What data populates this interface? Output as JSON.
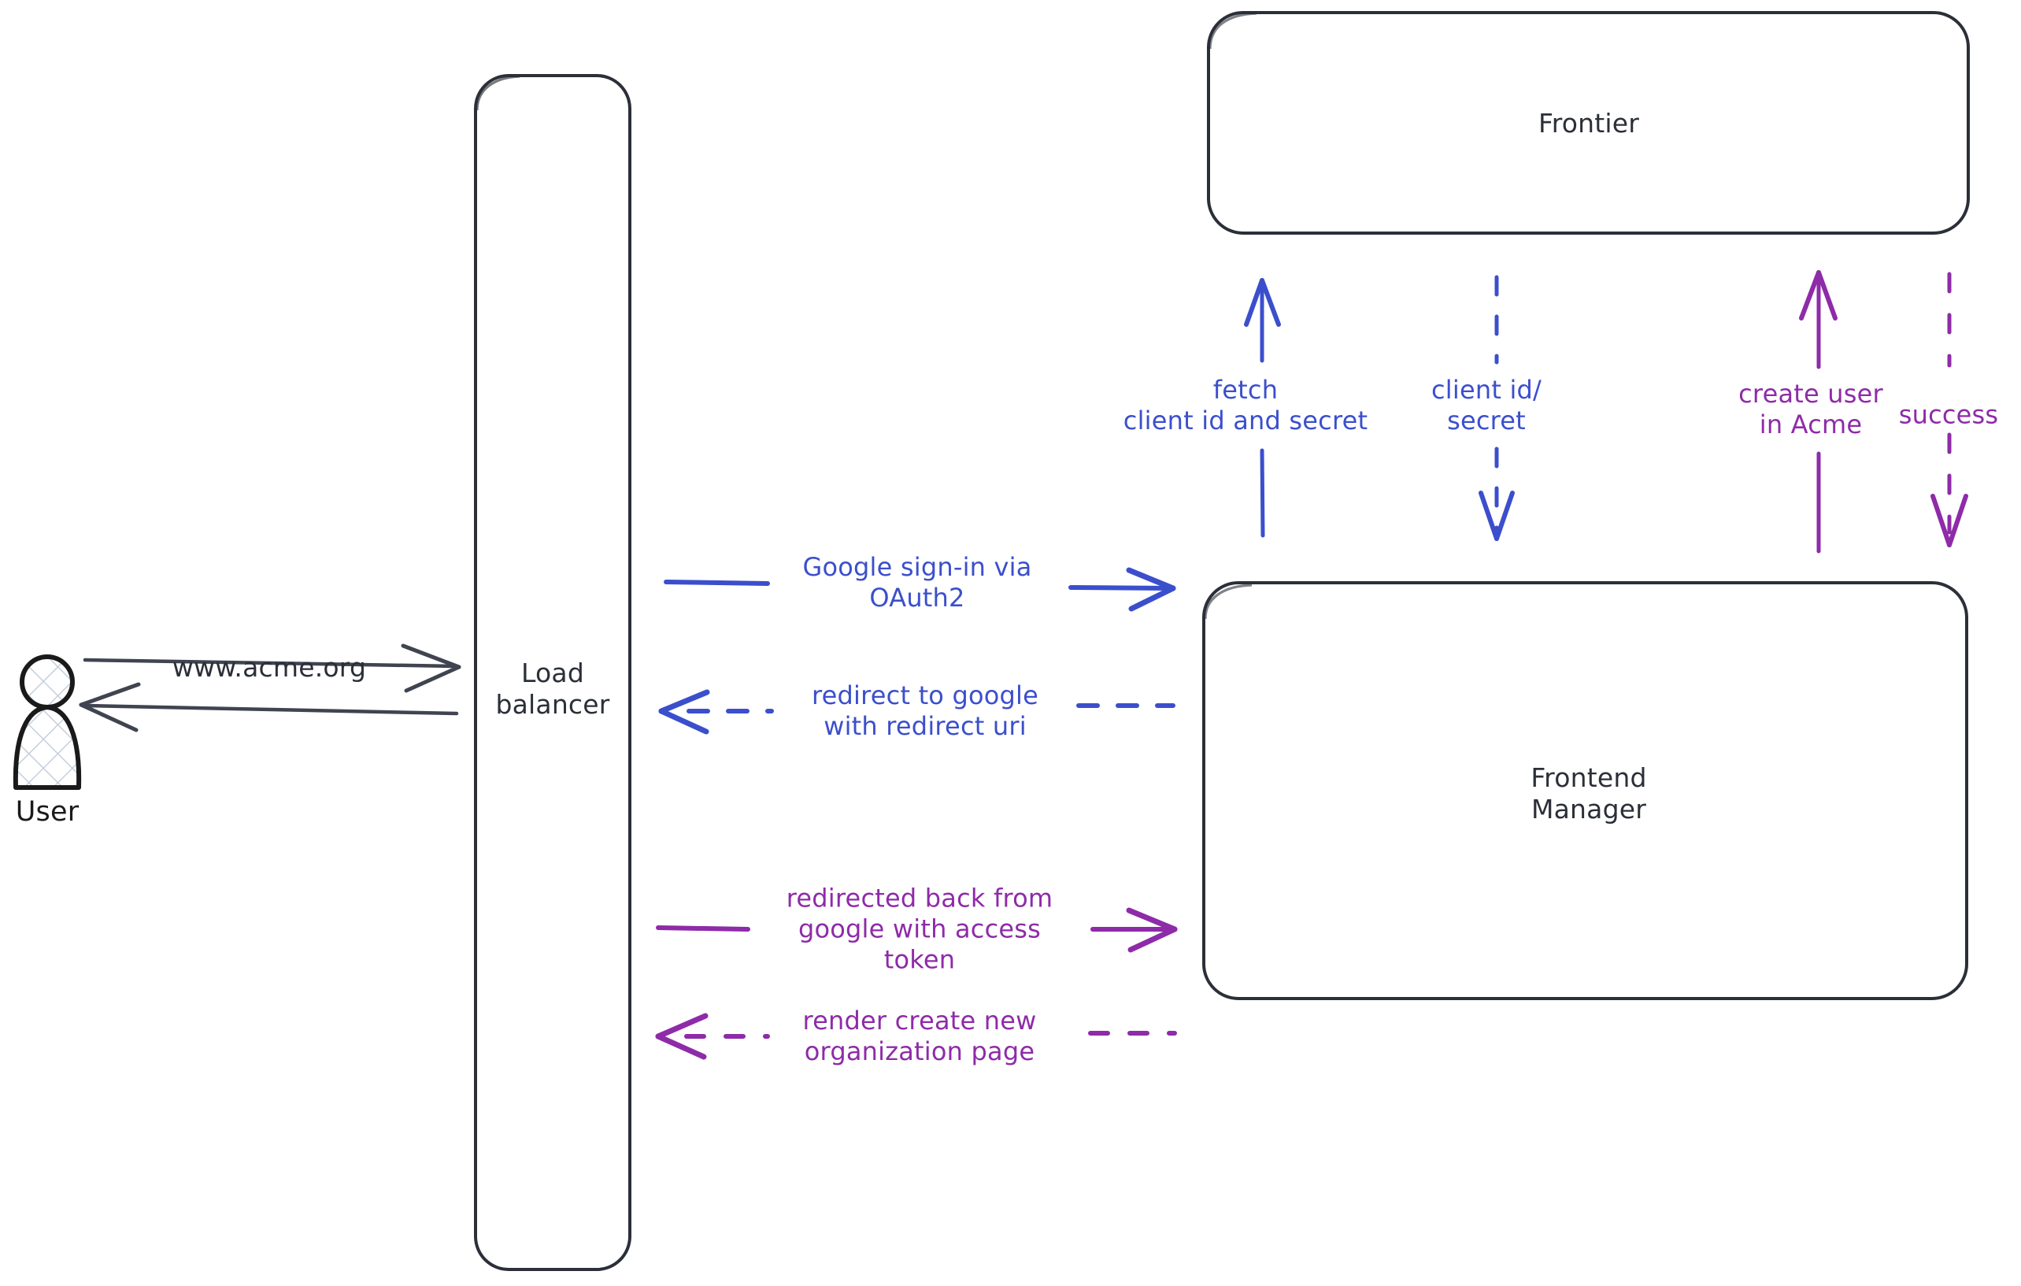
{
  "diagram": {
    "title": "OAuth2 sign-in sequence",
    "colors": {
      "stroke_dark": "#2b2f38",
      "blue": "#3b4fcc",
      "purple": "#8e2ba8",
      "actor_hatch": "#c5cfdd",
      "background": "#ffffff"
    },
    "nodes": [
      {
        "id": "user",
        "label": "User",
        "type": "actor"
      },
      {
        "id": "load-balancer",
        "label": "Load\nbalancer",
        "type": "rounded-box"
      },
      {
        "id": "frontier",
        "label": "Frontier",
        "type": "rounded-box"
      },
      {
        "id": "frontend-manager",
        "label": "Frontend\nManager",
        "type": "rounded-box"
      }
    ],
    "edges": [
      {
        "id": "user-to-lb",
        "label": "www.acme.org",
        "from": "user",
        "to": "load-balancer",
        "style": "solid",
        "color": "#2b2f38",
        "direction": "right"
      },
      {
        "id": "lb-to-user",
        "label": "",
        "from": "load-balancer",
        "to": "user",
        "style": "solid",
        "color": "#2b2f38",
        "direction": "left"
      },
      {
        "id": "lb-to-fm-signin",
        "label": "Google sign-in via\nOAuth2",
        "from": "load-balancer",
        "to": "frontend-manager",
        "style": "solid",
        "color": "#3b4fcc",
        "direction": "right"
      },
      {
        "id": "fm-to-lb-redirect",
        "label": "redirect to google\nwith redirect uri",
        "from": "frontend-manager",
        "to": "load-balancer",
        "style": "dashed",
        "color": "#3b4fcc",
        "direction": "left"
      },
      {
        "id": "lb-to-fm-token",
        "label": "redirected back from\ngoogle with access\ntoken",
        "from": "load-balancer",
        "to": "frontend-manager",
        "style": "solid",
        "color": "#8e2ba8",
        "direction": "right"
      },
      {
        "id": "fm-to-lb-render",
        "label": "render create new\norganization page",
        "from": "frontend-manager",
        "to": "load-balancer",
        "style": "dashed",
        "color": "#8e2ba8",
        "direction": "left"
      },
      {
        "id": "fm-to-frontier-fetch",
        "label": "fetch\nclient id and secret",
        "from": "frontend-manager",
        "to": "frontier",
        "style": "solid",
        "color": "#3b4fcc",
        "direction": "up"
      },
      {
        "id": "frontier-to-fm-creds",
        "label": "client id/\nsecret",
        "from": "frontier",
        "to": "frontend-manager",
        "style": "dashed",
        "color": "#3b4fcc",
        "direction": "down"
      },
      {
        "id": "fm-to-frontier-create",
        "label": "create user\nin Acme",
        "from": "frontend-manager",
        "to": "frontier",
        "style": "solid",
        "color": "#8e2ba8",
        "direction": "up"
      },
      {
        "id": "frontier-to-fm-success",
        "label": "success",
        "from": "frontier",
        "to": "frontend-manager",
        "style": "dashed",
        "color": "#8e2ba8",
        "direction": "down"
      }
    ],
    "edge_label_lines": {
      "user_to_lb": [
        "www.acme.org"
      ],
      "signin": [
        "Google sign-in via",
        "OAuth2"
      ],
      "redirect": [
        "redirect to google",
        "with redirect uri"
      ],
      "token": [
        "redirected back from",
        "google with access",
        "token"
      ],
      "render": [
        "render create new",
        "organization page"
      ],
      "fetch": [
        "fetch",
        "client id and secret"
      ],
      "creds": [
        "client id/",
        "secret"
      ],
      "create_user": [
        "create user",
        "in Acme"
      ],
      "success": [
        "success"
      ]
    },
    "node_label_lines": {
      "user": [
        "User"
      ],
      "load_balancer": [
        "Load",
        "balancer"
      ],
      "frontier": [
        "Frontier"
      ],
      "frontend_manager": [
        "Frontend",
        "Manager"
      ]
    }
  }
}
